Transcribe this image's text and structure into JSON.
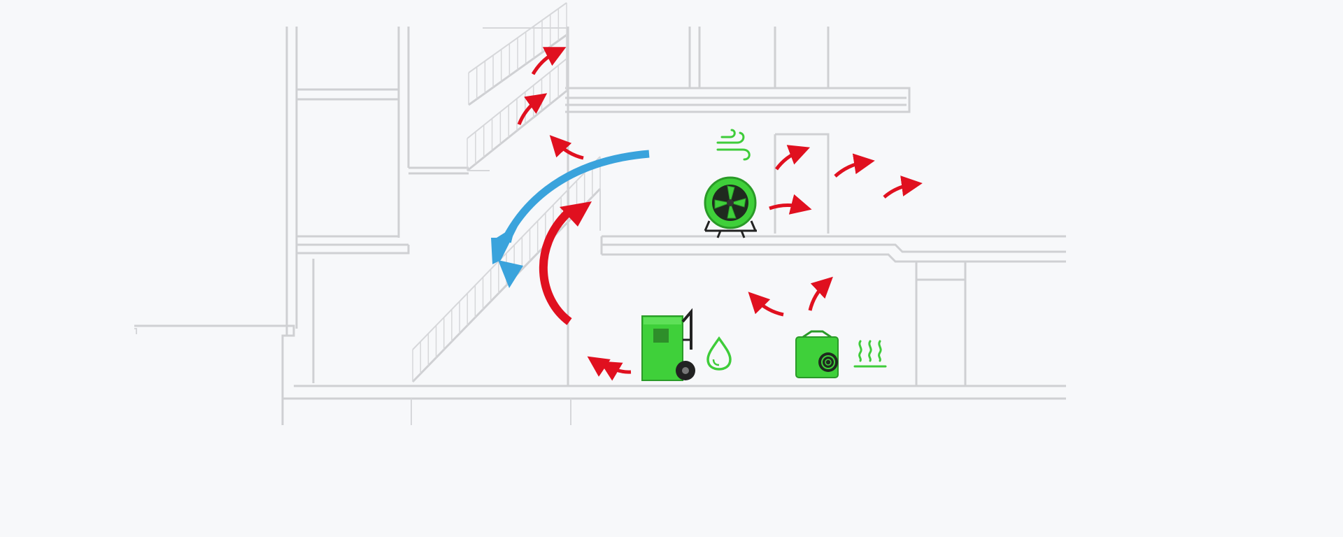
{
  "colors": {
    "background": "#f7f8fa",
    "structure": "#cfd0d3",
    "warm_air_arrow": "#e0101f",
    "cool_air_arrow": "#3aa3dc",
    "equipment_green": "#3fd03a",
    "equipment_dark": "#2a2a2a",
    "icon_green": "#3fcc3a"
  },
  "icons": {
    "airflow": "wind-icon",
    "moisture": "water-drop-icon",
    "heat": "heat-waves-icon"
  },
  "equipment": [
    {
      "name": "air-mover-fan"
    },
    {
      "name": "dehumidifier"
    },
    {
      "name": "electric-heater"
    }
  ]
}
